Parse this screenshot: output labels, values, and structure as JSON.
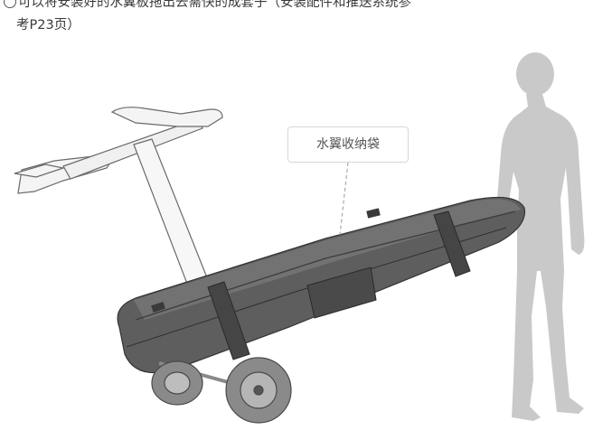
{
  "instruction": {
    "line1": "可以将安装好的水翼板拖出去需快的成套子（安装配件和推送系统参",
    "line2": "考P23页）"
  },
  "callout": {
    "label": "水翼收纳袋"
  },
  "colors": {
    "bag": "#5e5e5e",
    "bag_dark": "#3d3d3d",
    "foil": "#f4f4f4",
    "silhouette": "#c9c9c9",
    "wheel": "#8a8a8a"
  },
  "icons": [
    "person-silhouette",
    "hydrofoil-mast",
    "board-bag",
    "trolley-wheels"
  ]
}
